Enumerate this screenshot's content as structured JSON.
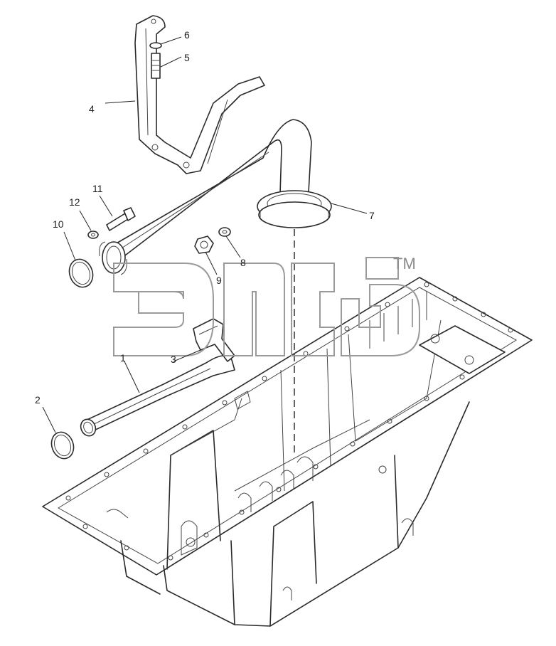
{
  "callouts": {
    "c1": "1",
    "c2": "2",
    "c3": "3",
    "c4": "4",
    "c5": "5",
    "c6": "6",
    "c7": "7",
    "c8": "8",
    "c9": "9",
    "c10": "10",
    "c11": "11",
    "c12": "12"
  },
  "watermark": {
    "tm": "TM"
  },
  "colors": {
    "line": "#2a2a2a",
    "watermark": "#9a9a9a"
  }
}
